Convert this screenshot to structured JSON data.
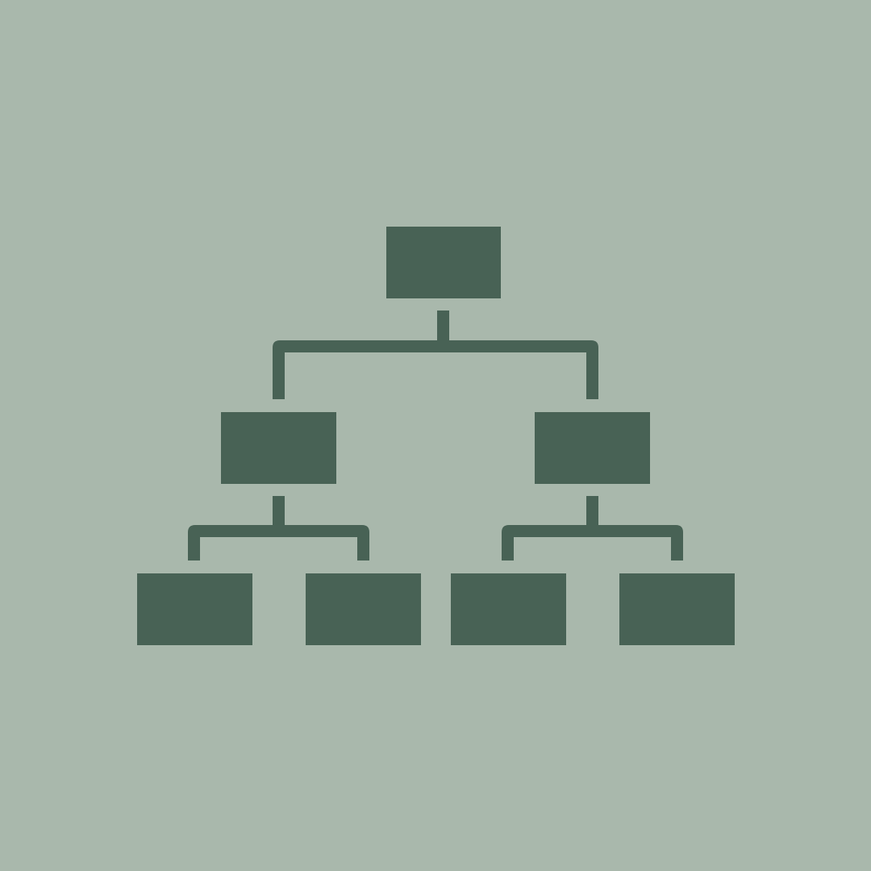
{
  "icon": "hierarchy-org-chart-icon",
  "colors": {
    "background": "#a9b8ac",
    "foreground": "#486255"
  },
  "diagram": {
    "type": "tree",
    "levels": [
      1,
      2,
      4
    ],
    "nodes": [
      {
        "id": "root",
        "parent": null
      },
      {
        "id": "level2-left",
        "parent": "root"
      },
      {
        "id": "level2-right",
        "parent": "root"
      },
      {
        "id": "level3-1",
        "parent": "level2-left"
      },
      {
        "id": "level3-2",
        "parent": "level2-left"
      },
      {
        "id": "level3-3",
        "parent": "level2-right"
      },
      {
        "id": "level3-4",
        "parent": "level2-right"
      }
    ]
  }
}
